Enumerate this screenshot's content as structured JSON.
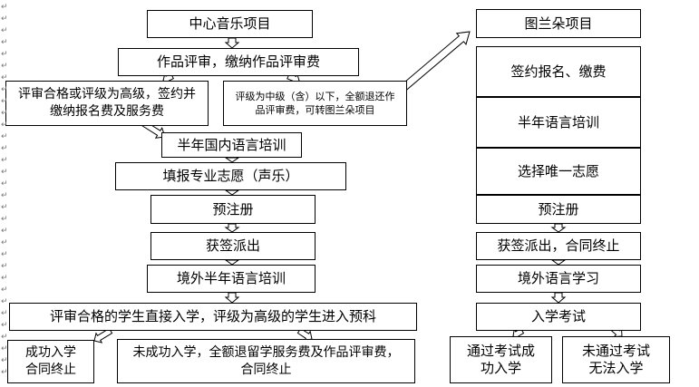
{
  "left_flow": {
    "center_music_project": "中心音乐项目",
    "portfolio_review": "作品评审，缴纳作品评审费",
    "pass_branch": "评审合格或评级为高级，签约并缴纳报名费及服务费",
    "mid_branch": "评级为中级（含）以下，全额退还作品评审费，可转图兰朵项目",
    "domestic_training": "半年国内语言培训",
    "major_application": "填报专业志愿（声乐）",
    "pre_registration": "预注册",
    "visa": "获签派出",
    "overseas_training": "境外半年语言培训",
    "admission_rule": "评审合格的学生直接入学，评级为高级的学生进入预科",
    "success": "成功入学合同终止",
    "failure": "未成功入学，全额退留学服务费及作品评审费，合同终止"
  },
  "right_flow": {
    "turandot_project": "图兰朵项目",
    "sign_and_pay": "签约报名、缴费",
    "half_year_training": "半年语言培训",
    "choose_major": "选择唯一志愿",
    "pre_registration": "预注册",
    "visa_contract_end": "获签派出，合同终止",
    "overseas_study": "境外语言学习",
    "entrance_exam": "入学考试",
    "pass_exam": "通过考试成功入学",
    "fail_exam": "未通过考试无法入学"
  },
  "colors": {
    "border": "#000000",
    "arrow_fill": "#ffffff",
    "margin_mark": "#777777"
  }
}
